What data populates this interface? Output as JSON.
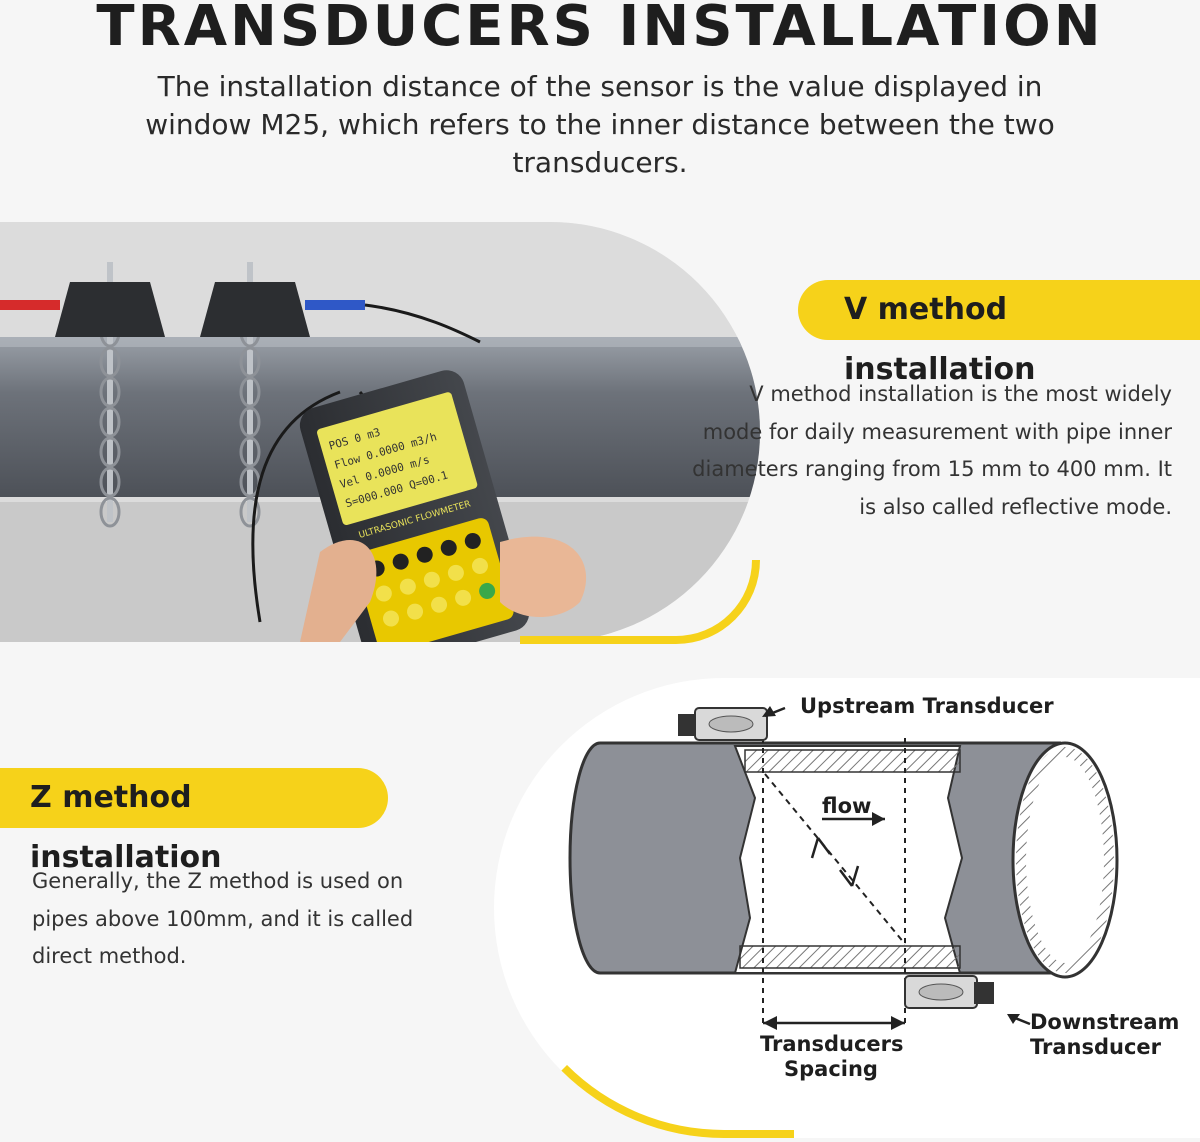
{
  "header": {
    "title": "TRANSDUCERS INSTALLATION",
    "subtitle": "The installation distance of the sensor is the value displayed in window M25, which refers to the inner distance between the two transducers."
  },
  "v_method": {
    "title": "V method installation",
    "description": "V method installation is the most widely mode for daily measurement with pipe inner diameters ranging from 15 mm to 400 mm. It is also called reflective mode."
  },
  "z_method": {
    "title": "Z method installation",
    "description": "Generally, the Z method is used on pipes above 100mm, and it is called direct method."
  },
  "device": {
    "screen_lines": [
      "POS      0 m3",
      "Flow 0.0000 m3/h",
      "Vel  0.0000 m/s",
      "S=000.000  Q=00.1"
    ],
    "brand_label": "ULTRASONIC FLOWMETER"
  },
  "diagram": {
    "upstream_label": "Upstream Transducer",
    "downstream_label_1": "Downstream",
    "downstream_label_2": "Transducer",
    "flow_label": "flow",
    "spacing_label_1": "Transducers",
    "spacing_label_2": "Spacing"
  },
  "colors": {
    "accent": "#f6d21a",
    "pipe": "#6b6f76",
    "text": "#1e1e1e"
  }
}
